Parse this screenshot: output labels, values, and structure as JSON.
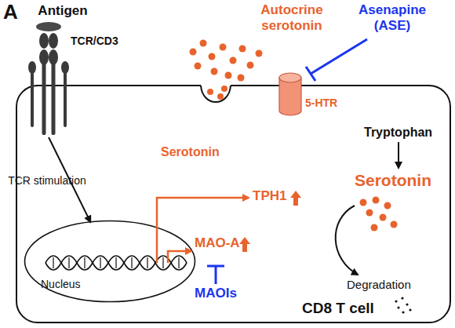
{
  "diagram": {
    "nodes": [
      {
        "text": [
          "TCR/CD3"
        ]
      },
      {
        "text": [
          "5-HTR"
        ]
      },
      {
        "text": [
          "CD8 T cell"
        ]
      },
      {
        "text": [
          "Nucleus"
        ],
        "in": 2
      }
    ],
    "edges": [
      {
        "from": 0,
        "to": 3,
        "arrow": "to",
        "label": "TCR stimulation"
      }
    ],
    "labels": [
      "A",
      "Antigen",
      "Autocrine serotonin",
      "Asenapine (ASE)",
      "Serotonin",
      "Tryptophan",
      "TPH1",
      "Serotonin",
      "MAO-A",
      "MAOIs",
      "Degradation"
    ]
  }
}
